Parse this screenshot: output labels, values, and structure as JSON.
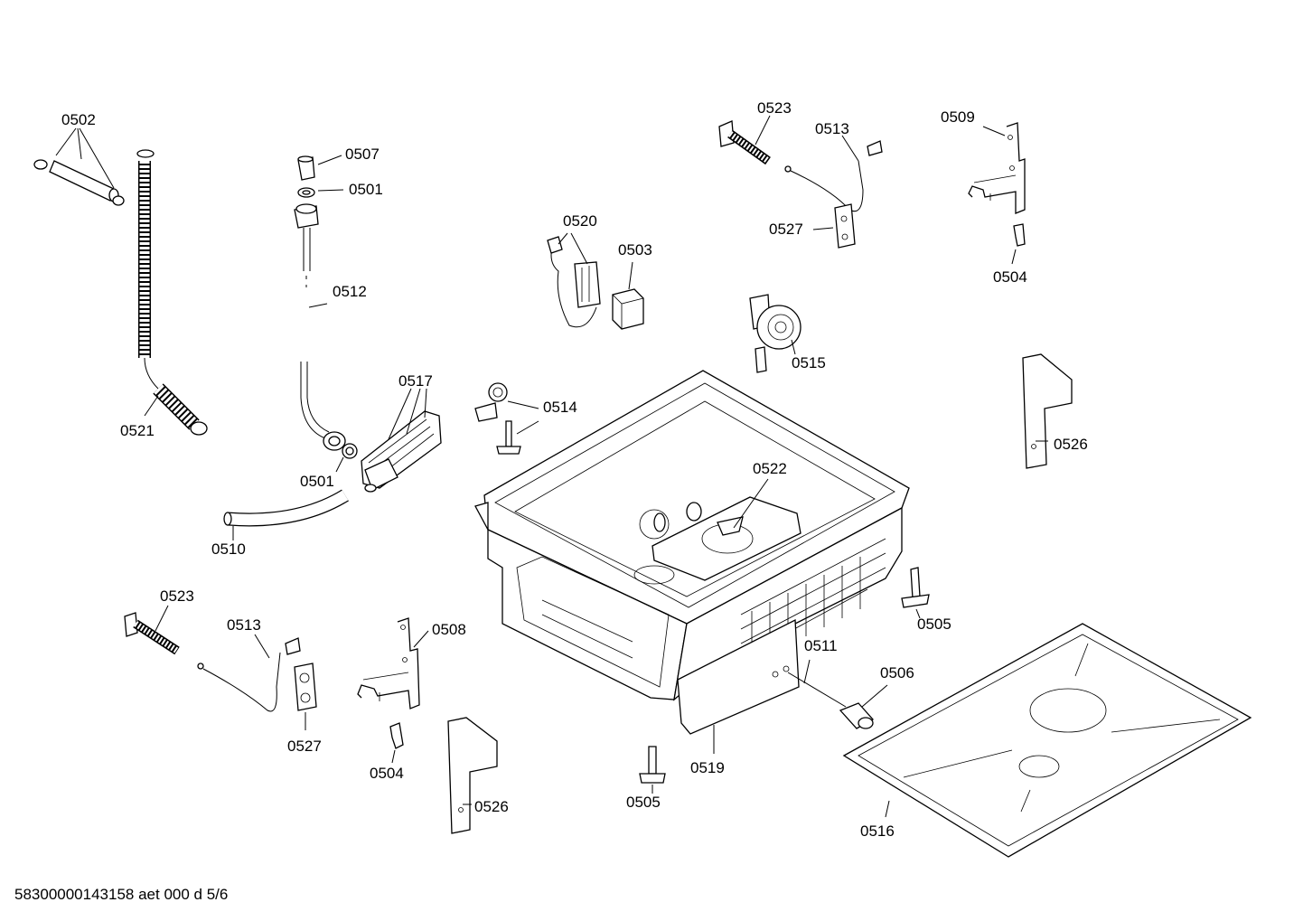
{
  "footer_code": "58300000143158 aet 000 d 5/6",
  "labels": {
    "p0502": "0502",
    "p0507": "0507",
    "p0501a": "0501",
    "p0512": "0512",
    "p0517": "0517",
    "p0501b": "0501",
    "p0521": "0521",
    "p0510": "0510",
    "p0514": "0514",
    "p0520": "0520",
    "p0503": "0503",
    "p0523a": "0523",
    "p0513a": "0513",
    "p0527a": "0527",
    "p0509": "0509",
    "p0504a": "0504",
    "p0515": "0515",
    "p0526a": "0526",
    "p0522": "0522",
    "p0505a": "0505",
    "p0511": "0511",
    "p0506": "0506",
    "p0523b": "0523",
    "p0513b": "0513",
    "p0508": "0508",
    "p0527b": "0527",
    "p0504b": "0504",
    "p0526b": "0526",
    "p0505b": "0505",
    "p0519": "0519",
    "p0516": "0516"
  }
}
